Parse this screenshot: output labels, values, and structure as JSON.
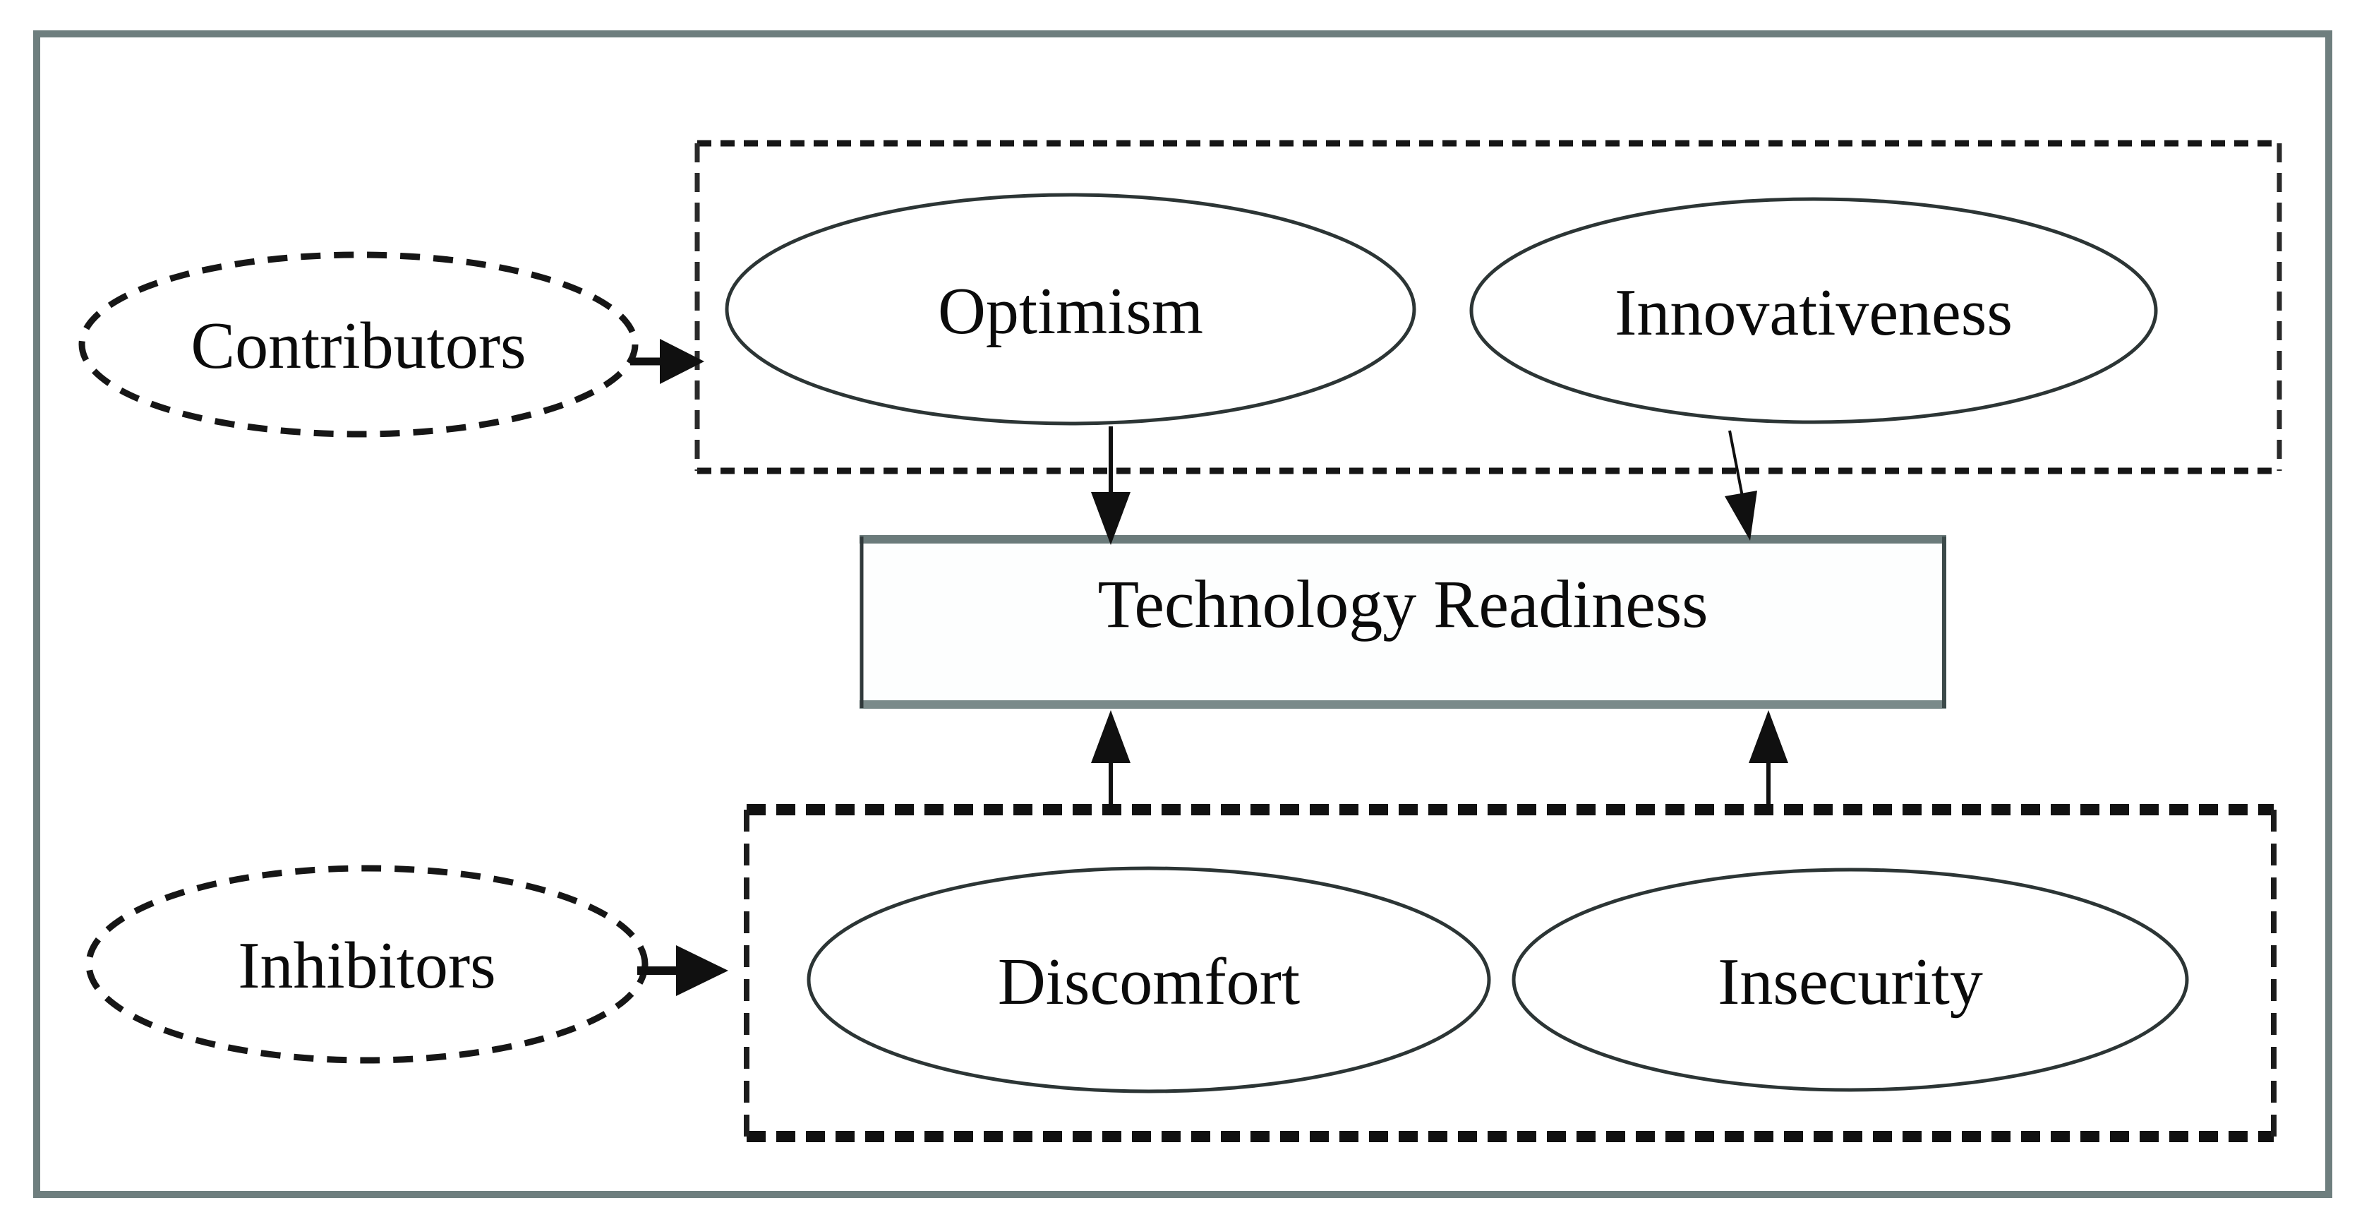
{
  "figure": {
    "type": "diagram",
    "background": "#ffffff"
  },
  "colors": {
    "outer_border": "#6e7e7e",
    "dashed_stroke": "#161616",
    "ellipse_stroke": "#2c3535",
    "readiness_box_border": "#5f6f6f",
    "arrow": "#101010",
    "text": "#0b0b0b"
  },
  "nodes": {
    "contributors": {
      "label": "Contributors",
      "shape": "dashed-ellipse"
    },
    "inhibitors": {
      "label": "Inhibitors",
      "shape": "dashed-ellipse"
    },
    "optimism": {
      "label": "Optimism",
      "shape": "ellipse"
    },
    "innovativeness": {
      "label": "Innovativeness",
      "shape": "ellipse"
    },
    "discomfort": {
      "label": "Discomfort",
      "shape": "ellipse"
    },
    "insecurity": {
      "label": "Insecurity",
      "shape": "ellipse"
    },
    "technology_readiness": {
      "label": "Technology Readiness",
      "shape": "rect"
    }
  },
  "groups": [
    {
      "name": "contributors-group",
      "style": "dashed-rect",
      "members": [
        "Optimism",
        "Innovativeness"
      ]
    },
    {
      "name": "inhibitors-group",
      "style": "bold-dashed-rect",
      "members": [
        "Discomfort",
        "Insecurity"
      ]
    }
  ],
  "edges": [
    {
      "from": "Contributors",
      "to": "contributors-group"
    },
    {
      "from": "Inhibitors",
      "to": "inhibitors-group"
    },
    {
      "from": "Optimism",
      "to": "Technology Readiness"
    },
    {
      "from": "Innovativeness",
      "to": "Technology Readiness"
    },
    {
      "from": "Discomfort",
      "to": "Technology Readiness"
    },
    {
      "from": "Insecurity",
      "to": "Technology Readiness"
    }
  ]
}
